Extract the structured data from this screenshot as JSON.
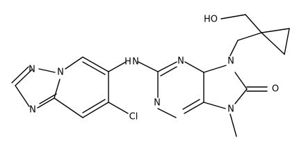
{
  "structure": {
    "atoms": {
      "n_triazole_top": "N",
      "n_triazole_bridge": "N",
      "n_triazole_bottom": "N",
      "n_amine": "N",
      "h_amine": "H",
      "cl": "Cl",
      "n_purine_n1": "N",
      "n_purine_n3": "N",
      "n_purine_n9": "N",
      "n_purine_n7": "N",
      "o_carbonyl": "O",
      "ho_group": "HO"
    }
  }
}
